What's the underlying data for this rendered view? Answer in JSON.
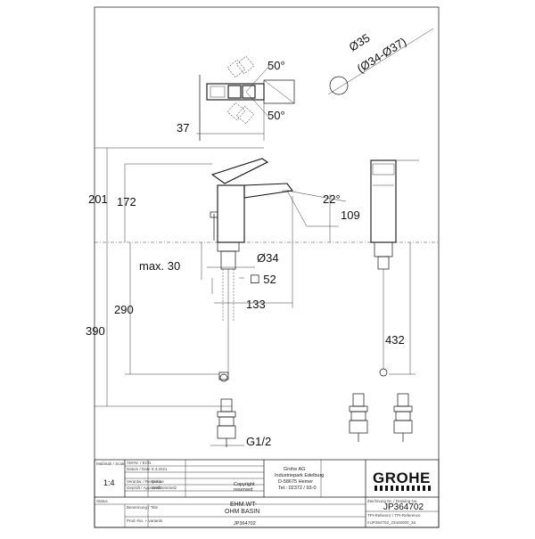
{
  "dimensions": {
    "angle_top": "50°",
    "angle_bottom": "50°",
    "d37": "37",
    "diam35": "Ø35",
    "diam_range": "(Ø34-Ø37)",
    "d201": "201",
    "d172": "172",
    "a22": "22°",
    "d109": "109",
    "max30": "max. 30",
    "diam34": "Ø34",
    "sq52": "☐ 52",
    "d133": "133",
    "d290": "290",
    "d390": "390",
    "d432": "432",
    "thread": "G1/2"
  },
  "title_block": {
    "scale_label": "Maßstab / Scale",
    "scale_value": "1:4",
    "am_label": "ÄM-Nr. / ECN",
    "date_label": "Datum / Date",
    "date_value": "9.3.2021",
    "drawn_label": "Verantw. / Respons.",
    "drawn_value": "Sekine",
    "checked_label": "Geprüft / Approved",
    "checked_value": "Wolfsteinmetz",
    "company_line1": "Grohe AG",
    "company_line2": "Industriepark Edelburg",
    "company_line3": "D-58675 Hemer",
    "company_line4": "Tel.: 02372 / 93-0",
    "copyright1": "Copyright",
    "copyright2": "reserved",
    "brand": "GROHE",
    "status_label": "Status",
    "name_label": "Benennung / Title",
    "title_line1": "EHM.WT-",
    "title_line2": "OHM BASIN",
    "drawing_label": "Zeichnung Nr. / Drawing No.",
    "drawing_no": "JP364702",
    "prod_label": "Prod.-No. + variants",
    "prod_value": "JP364702",
    "tpi_label": "TPI-Referenz / TPI-Reference",
    "tpi_value": "mJP364702_23445000_3a"
  }
}
